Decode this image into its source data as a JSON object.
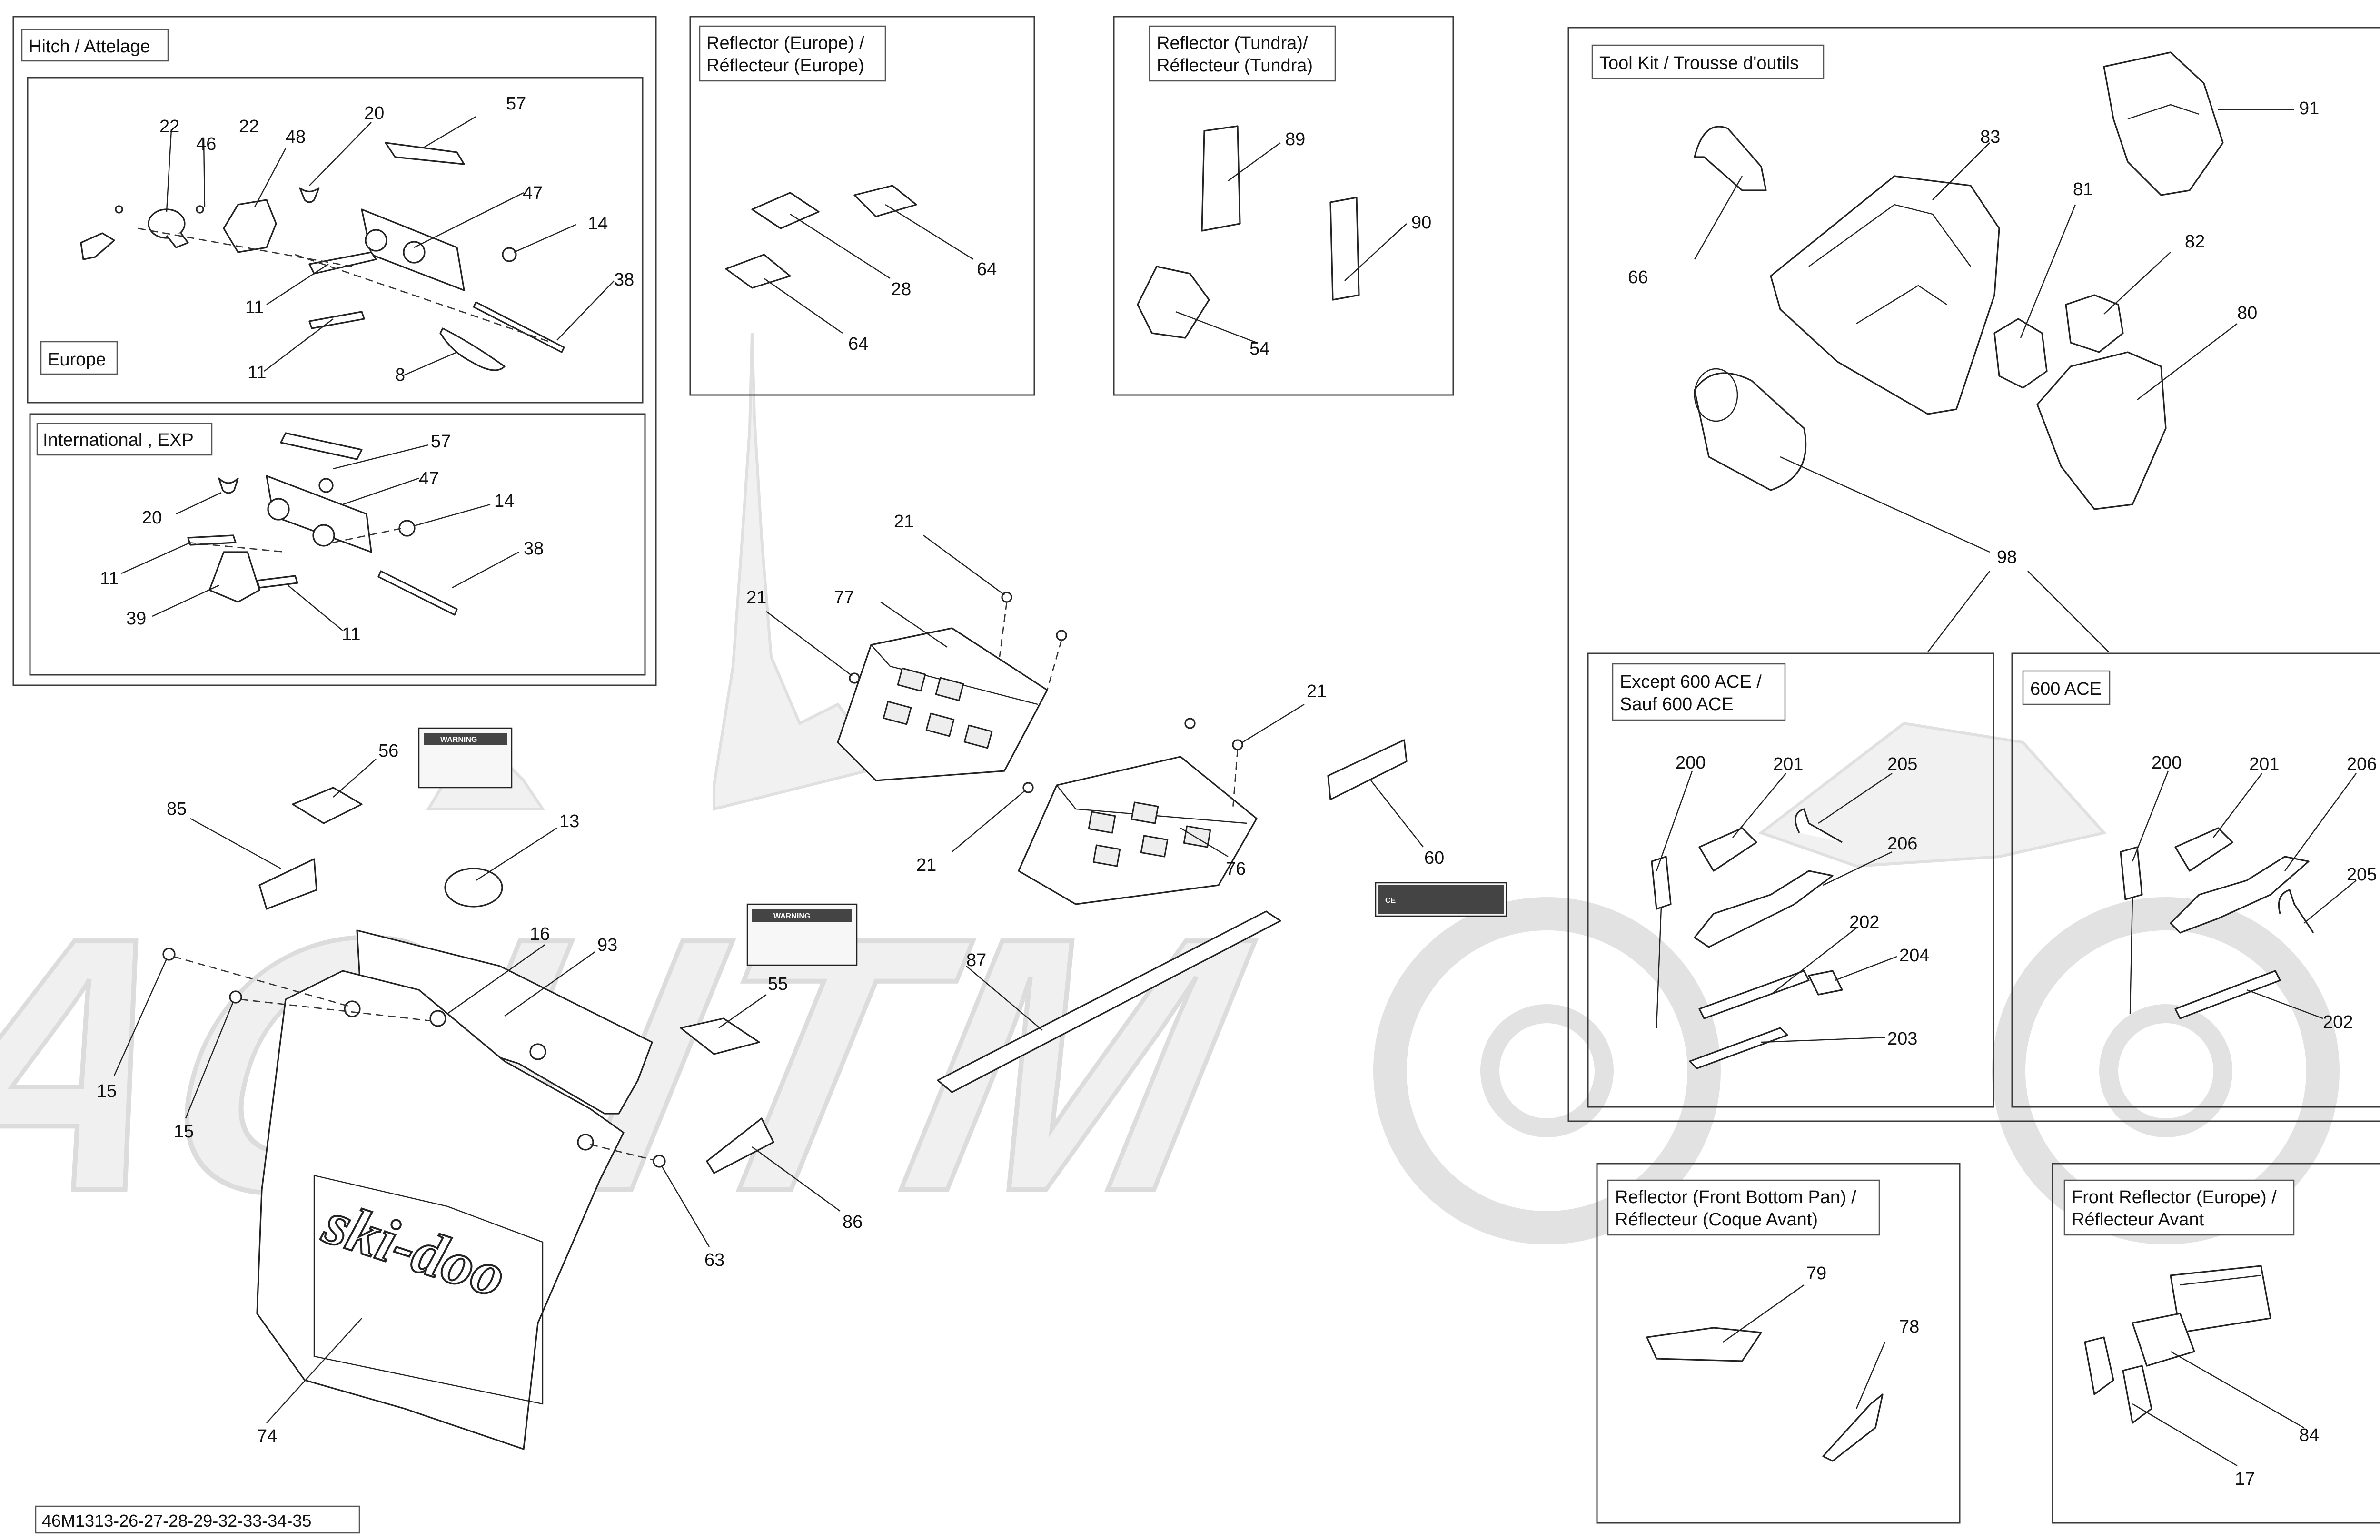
{
  "reference_code": "46M1313-26-27-28-29-32-33-34-35",
  "sections": {
    "hitch": "Hitch / Attelage",
    "europe": "Europe",
    "international": "International , EXP",
    "reflector_europe_line1": "Reflector (Europe) /",
    "reflector_europe_line2": "Réflecteur (Europe)",
    "reflector_tundra_line1": "Reflector (Tundra)/",
    "reflector_tundra_line2": "Réflecteur (Tundra)",
    "tool_kit": "Tool Kit / Trousse d'outils",
    "except_600_line1": "Except 600 ACE /",
    "except_600_line2": "Sauf 600 ACE",
    "ace_600": "600 ACE",
    "front_bottom_line1": "Reflector (Front Bottom Pan) /",
    "front_bottom_line2": "Réflecteur (Coque Avant)",
    "front_europe_line1": "Front Reflector (Europe) /",
    "front_europe_line2": "Réflecteur Avant"
  },
  "labels": {
    "warning_title": "WARNING",
    "brand": "ski-doo",
    "ce_mark": "CE"
  },
  "callouts": {
    "europe_hitch": [
      "22",
      "46",
      "22",
      "48",
      "20",
      "57",
      "47",
      "14",
      "38",
      "11",
      "11",
      "8"
    ],
    "international_hitch": [
      "57",
      "47",
      "20",
      "14",
      "38",
      "11",
      "11",
      "39"
    ],
    "reflector_europe": [
      "28",
      "64",
      "64"
    ],
    "reflector_tundra": [
      "89",
      "90",
      "54"
    ],
    "tool_kit": [
      "91",
      "83",
      "66",
      "81",
      "82",
      "80",
      "98"
    ],
    "except_600": [
      "200",
      "201",
      "205",
      "206",
      "202",
      "204",
      "203"
    ],
    "ace_600": [
      "200",
      "201",
      "206",
      "205",
      "202"
    ],
    "front_bottom": [
      "79",
      "78"
    ],
    "front_europe": [
      "84",
      "17"
    ],
    "main": [
      "21",
      "21",
      "77",
      "21",
      "21",
      "76",
      "60",
      "56",
      "85",
      "13",
      "16",
      "93",
      "15",
      "15",
      "55",
      "87",
      "63",
      "86",
      "74"
    ]
  }
}
